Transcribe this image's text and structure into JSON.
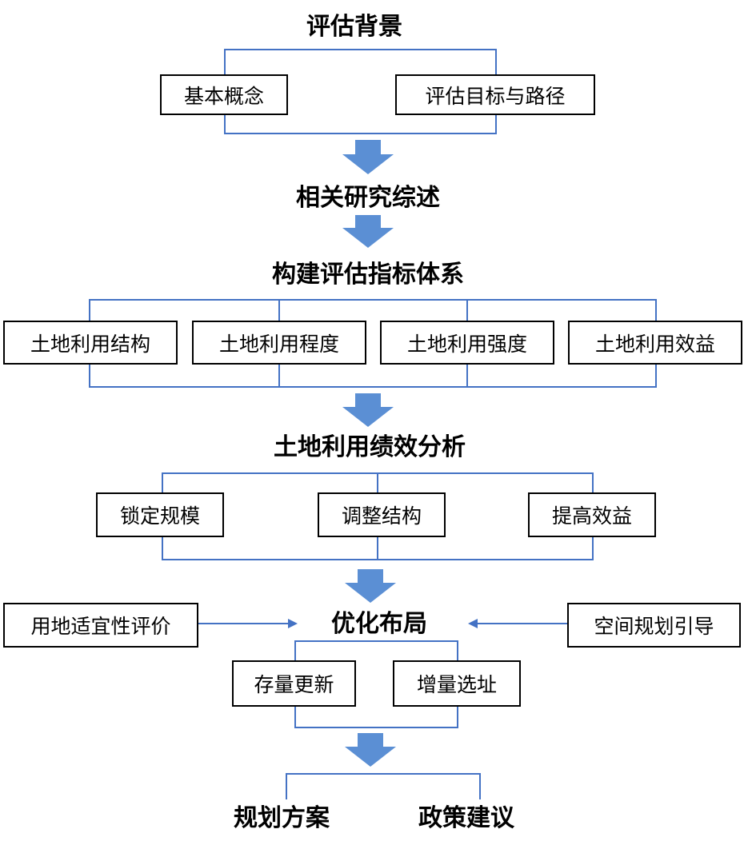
{
  "stages": {
    "background": "评估背景",
    "review": "相关研究综述",
    "system": "构建评估指标体系",
    "analysis": "土地利用绩效分析",
    "layout": "优化布局",
    "plan": "规划方案",
    "policy": "政策建议"
  },
  "background_items": [
    "基本概念",
    "评估目标与路径"
  ],
  "indicator_items": [
    "土地利用结构",
    "土地利用程度",
    "土地利用强度",
    "土地利用效益"
  ],
  "analysis_items": [
    "锁定规模",
    "调整结构",
    "提高效益"
  ],
  "layout_inputs": {
    "left": "用地适宜性评价",
    "right": "空间规划引导"
  },
  "layout_items": [
    "存量更新",
    "增量选址"
  ],
  "colors": {
    "connector": "#4472c4",
    "arrow": "#5b8fd4",
    "box_border": "#000000"
  }
}
